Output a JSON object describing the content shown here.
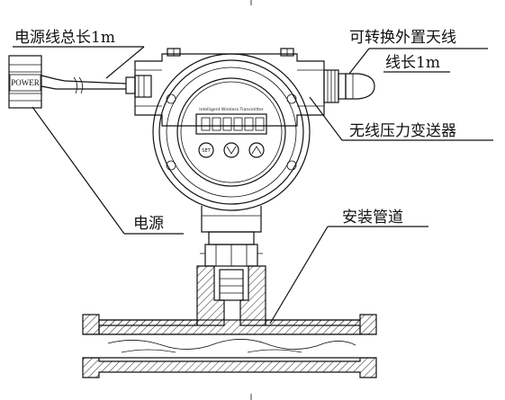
{
  "labels": {
    "power_cable": "电源线总长1m",
    "antenna_cable_line1": "可转换外置天线",
    "antenna_cable_line2": "线长1m",
    "transmitter": "无线压力变送器",
    "power_supply": "电源",
    "pipe": "安装管道"
  },
  "device": {
    "brand_text": "Intelligent Wireless Transmitter",
    "power_box_label": "POWER",
    "buttons": [
      "SET",
      "∨",
      "∧"
    ]
  }
}
